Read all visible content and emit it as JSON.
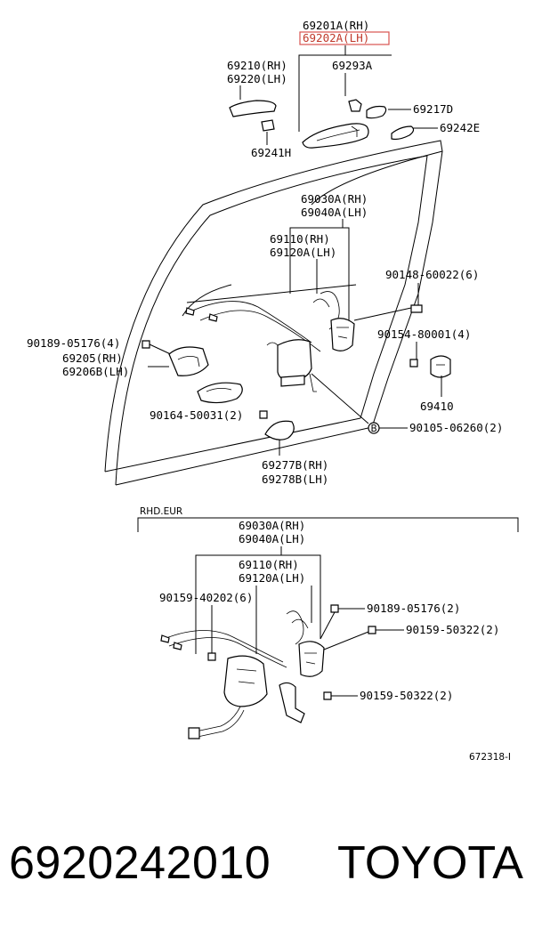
{
  "labels": {
    "handle_rh": "69201A(RH)",
    "handle_lh": "69202A(LH)",
    "pad_rh": "69210(RH)",
    "pad_lh": "69220(LH)",
    "p69293a": "69293A",
    "p69217d": "69217D",
    "p69242e": "69242E",
    "p69241h": "69241H",
    "lock_rh": "69030A(RH)",
    "lock_lh": "69040A(LH)",
    "rod_rh": "69110(RH)",
    "rod_lh": "69120A(LH)",
    "p90148": "90148-60022(6)",
    "p90189_4": "90189-05176(4)",
    "inner_rh": "69205(RH)",
    "inner_lh": "69206B(LH)",
    "p90154": "90154-80001(4)",
    "p69410": "69410",
    "p90164": "90164-50031(2)",
    "p90105": "90105-06260(2)",
    "bezel_rh": "69277B(RH)",
    "bezel_lh": "69278B(LH)",
    "b_marker": "B",
    "rhd_eur": "RHD.EUR",
    "lock2_rh": "69030A(RH)",
    "lock2_lh": "69040A(LH)",
    "rod2_rh": "69110(RH)",
    "rod2_lh": "69120A(LH)",
    "p90159_40202": "90159-40202(6)",
    "p90189_2": "90189-05176(2)",
    "p90159_50322_a": "90159-50322(2)",
    "p90159_50322_b": "90159-50322(2)",
    "figure_code": "672318-I"
  },
  "footer": {
    "part_number": "6920242010",
    "brand": "TOYOTA"
  },
  "colors": {
    "highlight": "#d9534f",
    "ink": "#000000"
  }
}
